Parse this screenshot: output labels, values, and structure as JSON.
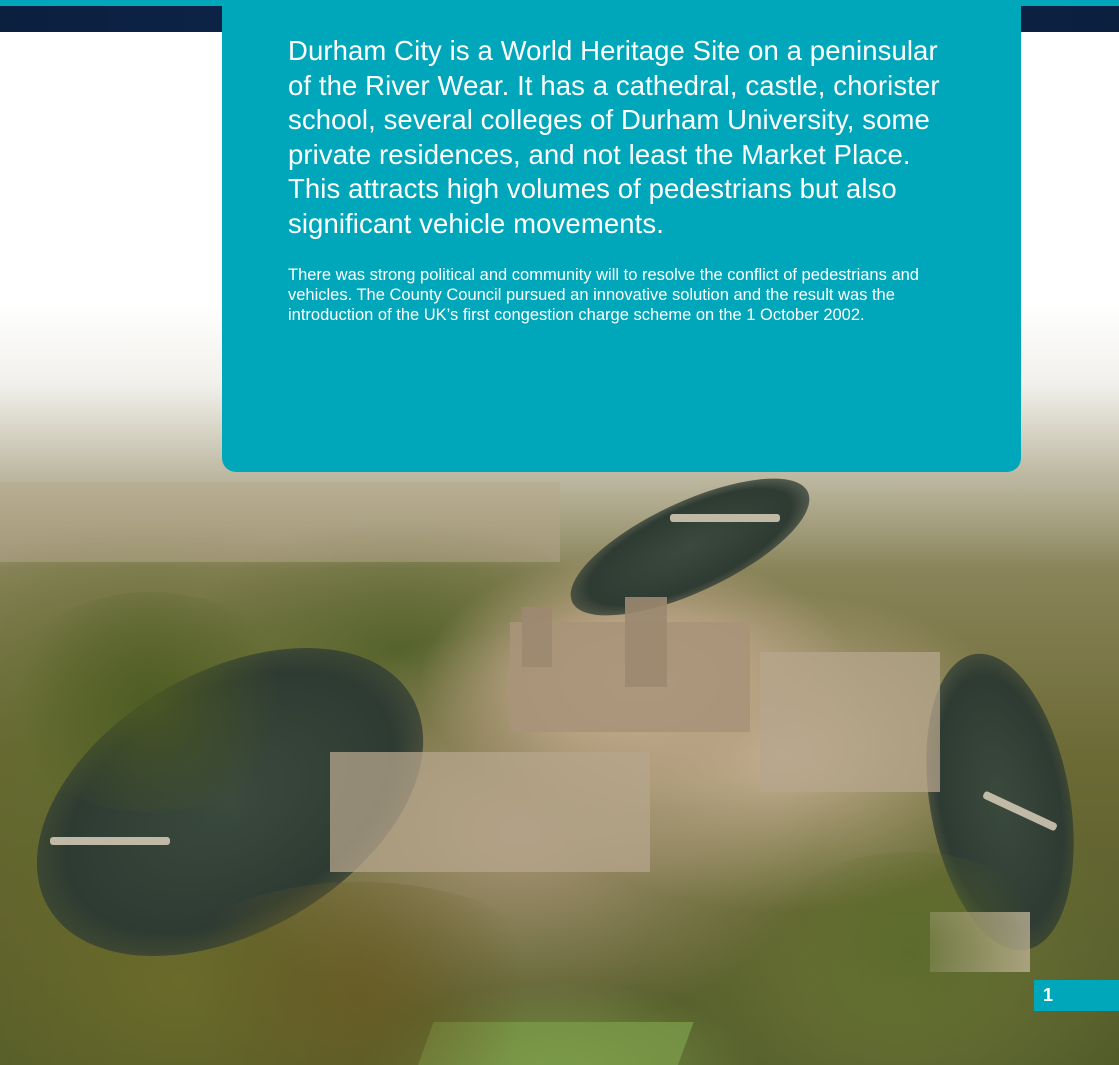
{
  "panel": {
    "lead": "Durham City is a World Heritage Site on a peninsular of the River Wear. It has a cathedral, castle, chorister school, several colleges of Durham University, some private residences, and not least the Market Place. This attracts high volumes of pedestrians but also significant vehicle movements.",
    "body": "There was strong political and community will to resolve the conflict of pedestrians and vehicles. The County Council pursued an innovative solution and the result was the introduction of the UK’s first congestion charge scheme on the 1 October 2002."
  },
  "page_number": "1",
  "colors": {
    "accent": "#00a7bb",
    "top_bar": "#0f2a52"
  }
}
